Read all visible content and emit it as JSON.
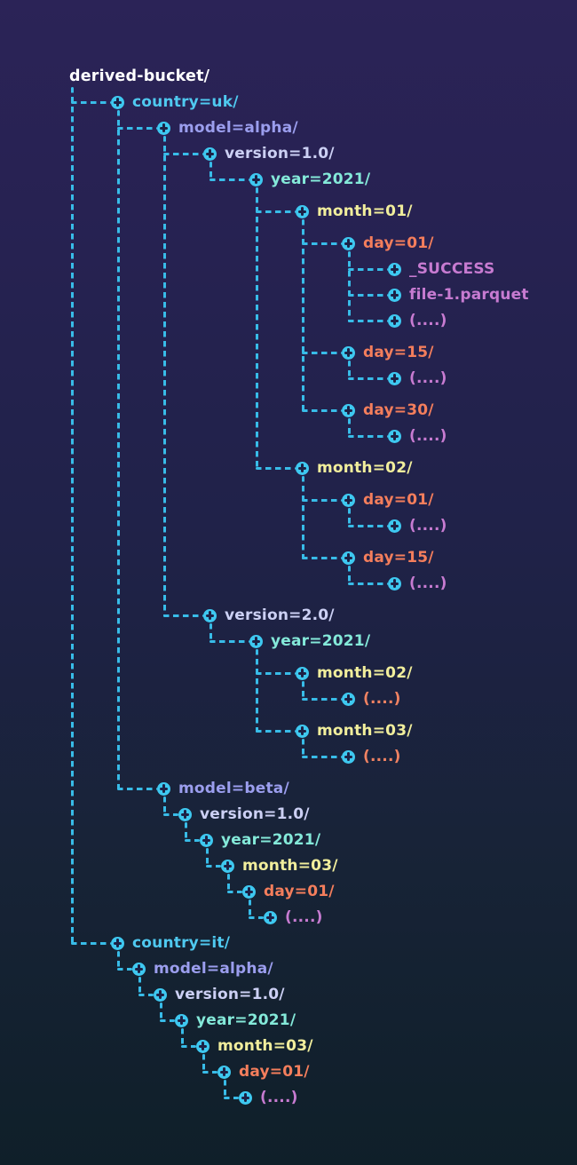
{
  "palette": {
    "background_top": "#2b2357",
    "background_bottom": "#0f1f29",
    "line": "#38bce8",
    "icon": "#3ec8f0",
    "icon_plus": "#1d2145",
    "root": "#ffffff",
    "country": "#4fc9f0",
    "model": "#9b9eee",
    "version": "#ccd0f4",
    "year": "#84e9d9",
    "month": "#f1ee9c",
    "day": "#f47e5c",
    "file": "#c77bd1",
    "ellipsis-file": "#c77bd1",
    "ellipsis-day": "#f08262"
  },
  "tree": {
    "label": "derived-bucket/",
    "kind": "root",
    "children": [
      {
        "label": "country=uk/",
        "kind": "country",
        "conn": "long",
        "children": [
          {
            "label": "model=alpha/",
            "kind": "model",
            "conn": "long",
            "children": [
              {
                "label": "version=1.0/",
                "kind": "version",
                "conn": "long",
                "children": [
                  {
                    "label": "year=2021/",
                    "kind": "year",
                    "conn": "long",
                    "children": [
                      {
                        "label": "month=01/",
                        "kind": "month",
                        "conn": "long",
                        "children": [
                          {
                            "label": "day=01/",
                            "kind": "day",
                            "conn": "long",
                            "children": [
                              {
                                "label": "_SUCCESS",
                                "kind": "file",
                                "conn": "long"
                              },
                              {
                                "label": "file-1.parquet",
                                "kind": "file",
                                "conn": "long"
                              },
                              {
                                "label": "(....)",
                                "kind": "ellipsis-file",
                                "conn": "long"
                              }
                            ]
                          },
                          {
                            "label": "day=15/",
                            "kind": "day",
                            "conn": "long",
                            "children": [
                              {
                                "label": "(....)",
                                "kind": "ellipsis-file",
                                "conn": "long"
                              }
                            ]
                          },
                          {
                            "label": "day=30/",
                            "kind": "day",
                            "conn": "long",
                            "children": [
                              {
                                "label": "(....)",
                                "kind": "ellipsis-file",
                                "conn": "long"
                              }
                            ]
                          }
                        ]
                      },
                      {
                        "label": "month=02/",
                        "kind": "month",
                        "conn": "long",
                        "children": [
                          {
                            "label": "day=01/",
                            "kind": "day",
                            "conn": "long",
                            "children": [
                              {
                                "label": "(....)",
                                "kind": "ellipsis-file",
                                "conn": "long"
                              }
                            ]
                          },
                          {
                            "label": "day=15/",
                            "kind": "day",
                            "conn": "long",
                            "children": [
                              {
                                "label": "(....)",
                                "kind": "ellipsis-file",
                                "conn": "long"
                              }
                            ]
                          }
                        ]
                      }
                    ]
                  }
                ]
              },
              {
                "label": "version=2.0/",
                "kind": "version",
                "conn": "long",
                "children": [
                  {
                    "label": "year=2021/",
                    "kind": "year",
                    "conn": "long",
                    "children": [
                      {
                        "label": "month=02/",
                        "kind": "month",
                        "conn": "long",
                        "children": [
                          {
                            "label": "(....)",
                            "kind": "ellipsis-day",
                            "conn": "long"
                          }
                        ]
                      },
                      {
                        "label": "month=03/",
                        "kind": "month",
                        "conn": "long",
                        "children": [
                          {
                            "label": "(....)",
                            "kind": "ellipsis-day",
                            "conn": "long"
                          }
                        ]
                      }
                    ]
                  }
                ]
              }
            ]
          },
          {
            "label": "model=beta/",
            "kind": "model",
            "conn": "long",
            "children": [
              {
                "label": "version=1.0/",
                "kind": "version",
                "conn": "short",
                "children": [
                  {
                    "label": "year=2021/",
                    "kind": "year",
                    "conn": "short",
                    "children": [
                      {
                        "label": "month=03/",
                        "kind": "month",
                        "conn": "short",
                        "children": [
                          {
                            "label": "day=01/",
                            "kind": "day",
                            "conn": "short",
                            "children": [
                              {
                                "label": "(....)",
                                "kind": "ellipsis-file",
                                "conn": "short"
                              }
                            ]
                          }
                        ]
                      }
                    ]
                  }
                ]
              }
            ]
          }
        ]
      },
      {
        "label": "country=it/",
        "kind": "country",
        "conn": "long",
        "children": [
          {
            "label": "model=alpha/",
            "kind": "model",
            "conn": "short",
            "children": [
              {
                "label": "version=1.0/",
                "kind": "version",
                "conn": "short",
                "children": [
                  {
                    "label": "year=2021/",
                    "kind": "year",
                    "conn": "short",
                    "children": [
                      {
                        "label": "month=03/",
                        "kind": "month",
                        "conn": "short",
                        "children": [
                          {
                            "label": "day=01/",
                            "kind": "day",
                            "conn": "short",
                            "children": [
                              {
                                "label": "(....)",
                                "kind": "ellipsis-file",
                                "conn": "short"
                              }
                            ]
                          }
                        ]
                      }
                    ]
                  }
                ]
              }
            ]
          }
        ]
      }
    ]
  }
}
